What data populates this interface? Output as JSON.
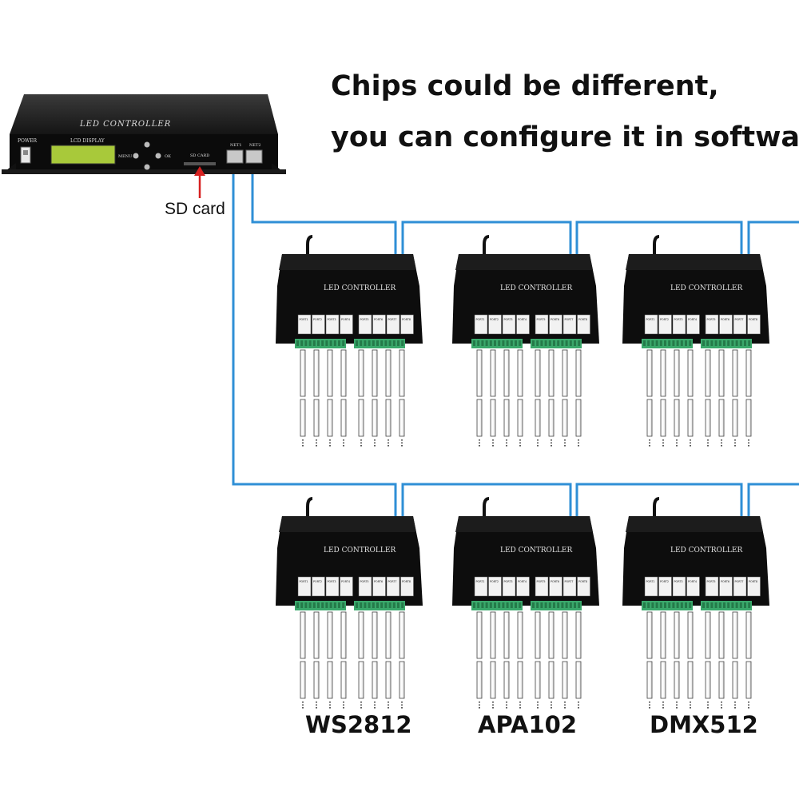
{
  "headline": {
    "line1": "Chips could be different,",
    "line2": "you can configure it in software"
  },
  "master": {
    "title": "LED CONTROLLER",
    "power_label": "POWER",
    "lcd_label": "LCD DISPLAY",
    "menu_label": "MENU",
    "ok_label": "OK",
    "sd_slot_label": "SD CARD",
    "net1_label": "NET1",
    "net2_label": "NET2",
    "sd_callout": "SD card"
  },
  "slave": {
    "title": "LED CONTROLLER",
    "ports": [
      "PORT1",
      "PORT2",
      "PORT3",
      "PORT4",
      "PORT5",
      "PORT6",
      "PORT7",
      "PORT8"
    ]
  },
  "chips": [
    "WS2812",
    "APA102",
    "DMX512"
  ],
  "colors": {
    "cable": "#2f8fd6",
    "device": "#0d0d0d",
    "lcd": "#a8c93a",
    "terminal": "#3aa86b",
    "arrow": "#d62020"
  }
}
